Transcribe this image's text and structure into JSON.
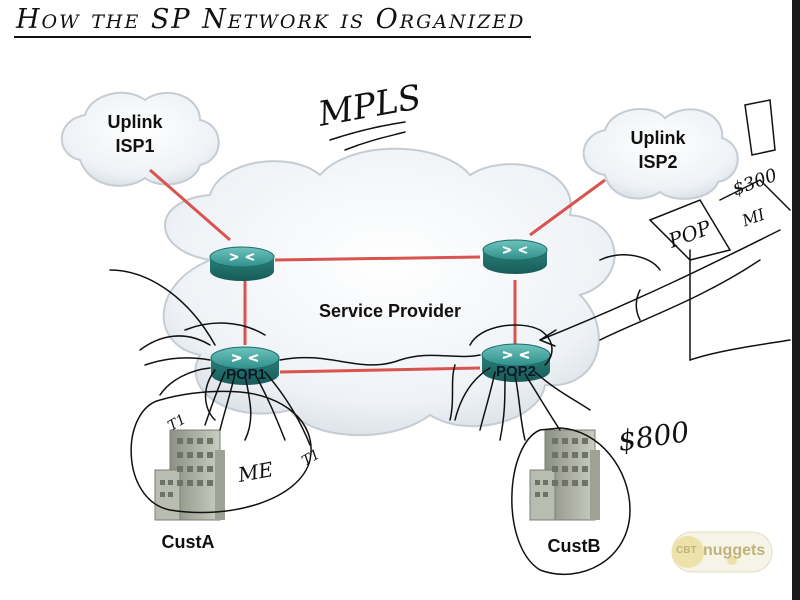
{
  "title": "How the SP Network is Organized",
  "clouds": {
    "uplink1": [
      "Uplink",
      "ISP1"
    ],
    "uplink2": [
      "Uplink",
      "ISP2"
    ],
    "core": "Service Provider"
  },
  "routers": {
    "pop1": "POP1",
    "pop2": "POP2"
  },
  "customers": {
    "a": "CustA",
    "b": "CustB"
  },
  "annotations": {
    "mpls": "MPLS",
    "price1": "$800",
    "price2": "$300",
    "pop": "POP",
    "mi": "MI",
    "t1a": "T1",
    "t1b": "T1",
    "me": "ME"
  },
  "watermark": {
    "cbt": "CBT",
    "nuggets": "nuggets"
  },
  "colors": {
    "link": "#d9534f",
    "cloud_fill": "#e9eef3",
    "router": "#2f8f8a",
    "building": "#a7ab9d"
  }
}
